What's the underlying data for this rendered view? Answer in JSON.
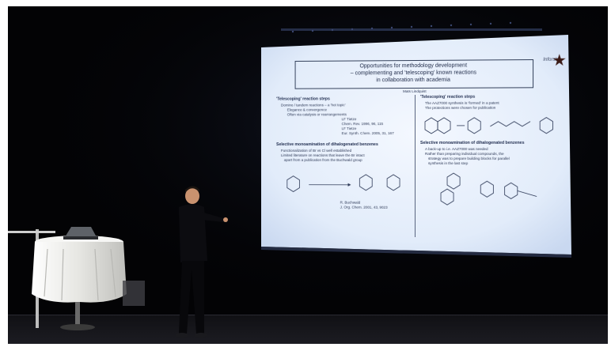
{
  "slide": {
    "title_lines": [
      "Opportunities for methodology development",
      "– complementing and 'telescoping' known reactions",
      "in collaboration with academia"
    ],
    "presenter": "Mats Lindquist",
    "logo_text": "Inforsk",
    "left_column": {
      "section1_heading": "'Telescoping' reaction steps",
      "section1_bullets": [
        "Domino / tandem reactions – a 'hot topic'",
        "Elegance & convergence",
        "Often via catalysis or rearrangements"
      ],
      "refs1": [
        "LF Tietze",
        "Chem. Rev. 1996, 96, 115",
        "LF Tietze",
        "Eur. Synth. Chem. 2005, 31, 167"
      ],
      "section2_heading": "Selective monoamination of dihalogenated benzenes",
      "section2_bullets": [
        "Functionalization of Br vs Cl well established",
        "Limited literature on reactions that leave the Br intact",
        "apart from a publication from the Buchwald group"
      ],
      "ref2": [
        "R. Buchwald",
        "J. Org. Chem. 2001, 43, 9023"
      ]
    },
    "right_column": {
      "section1_heading": "'Telescoping' reaction steps",
      "section1_bullets": [
        "The AAZ7000 synthesis is 'formed' in a patent",
        "The protections were chosen for publication"
      ],
      "section2_heading": "Selective monoamination of dihalogenated benzenes",
      "section2_bullets": [
        "A back-up to i.e. AAZ7000 was needed",
        "Rather than preparing individual compounds, the",
        "strategy was to prepare building blocks for parallel",
        "synthesis in the last step"
      ]
    }
  },
  "colors": {
    "background": "#020203",
    "screen": "#e8f0fb",
    "stage_floor": "#0a0a0c",
    "table_cloth": "#f4f4f2",
    "curtain_light": "#2a3350"
  }
}
